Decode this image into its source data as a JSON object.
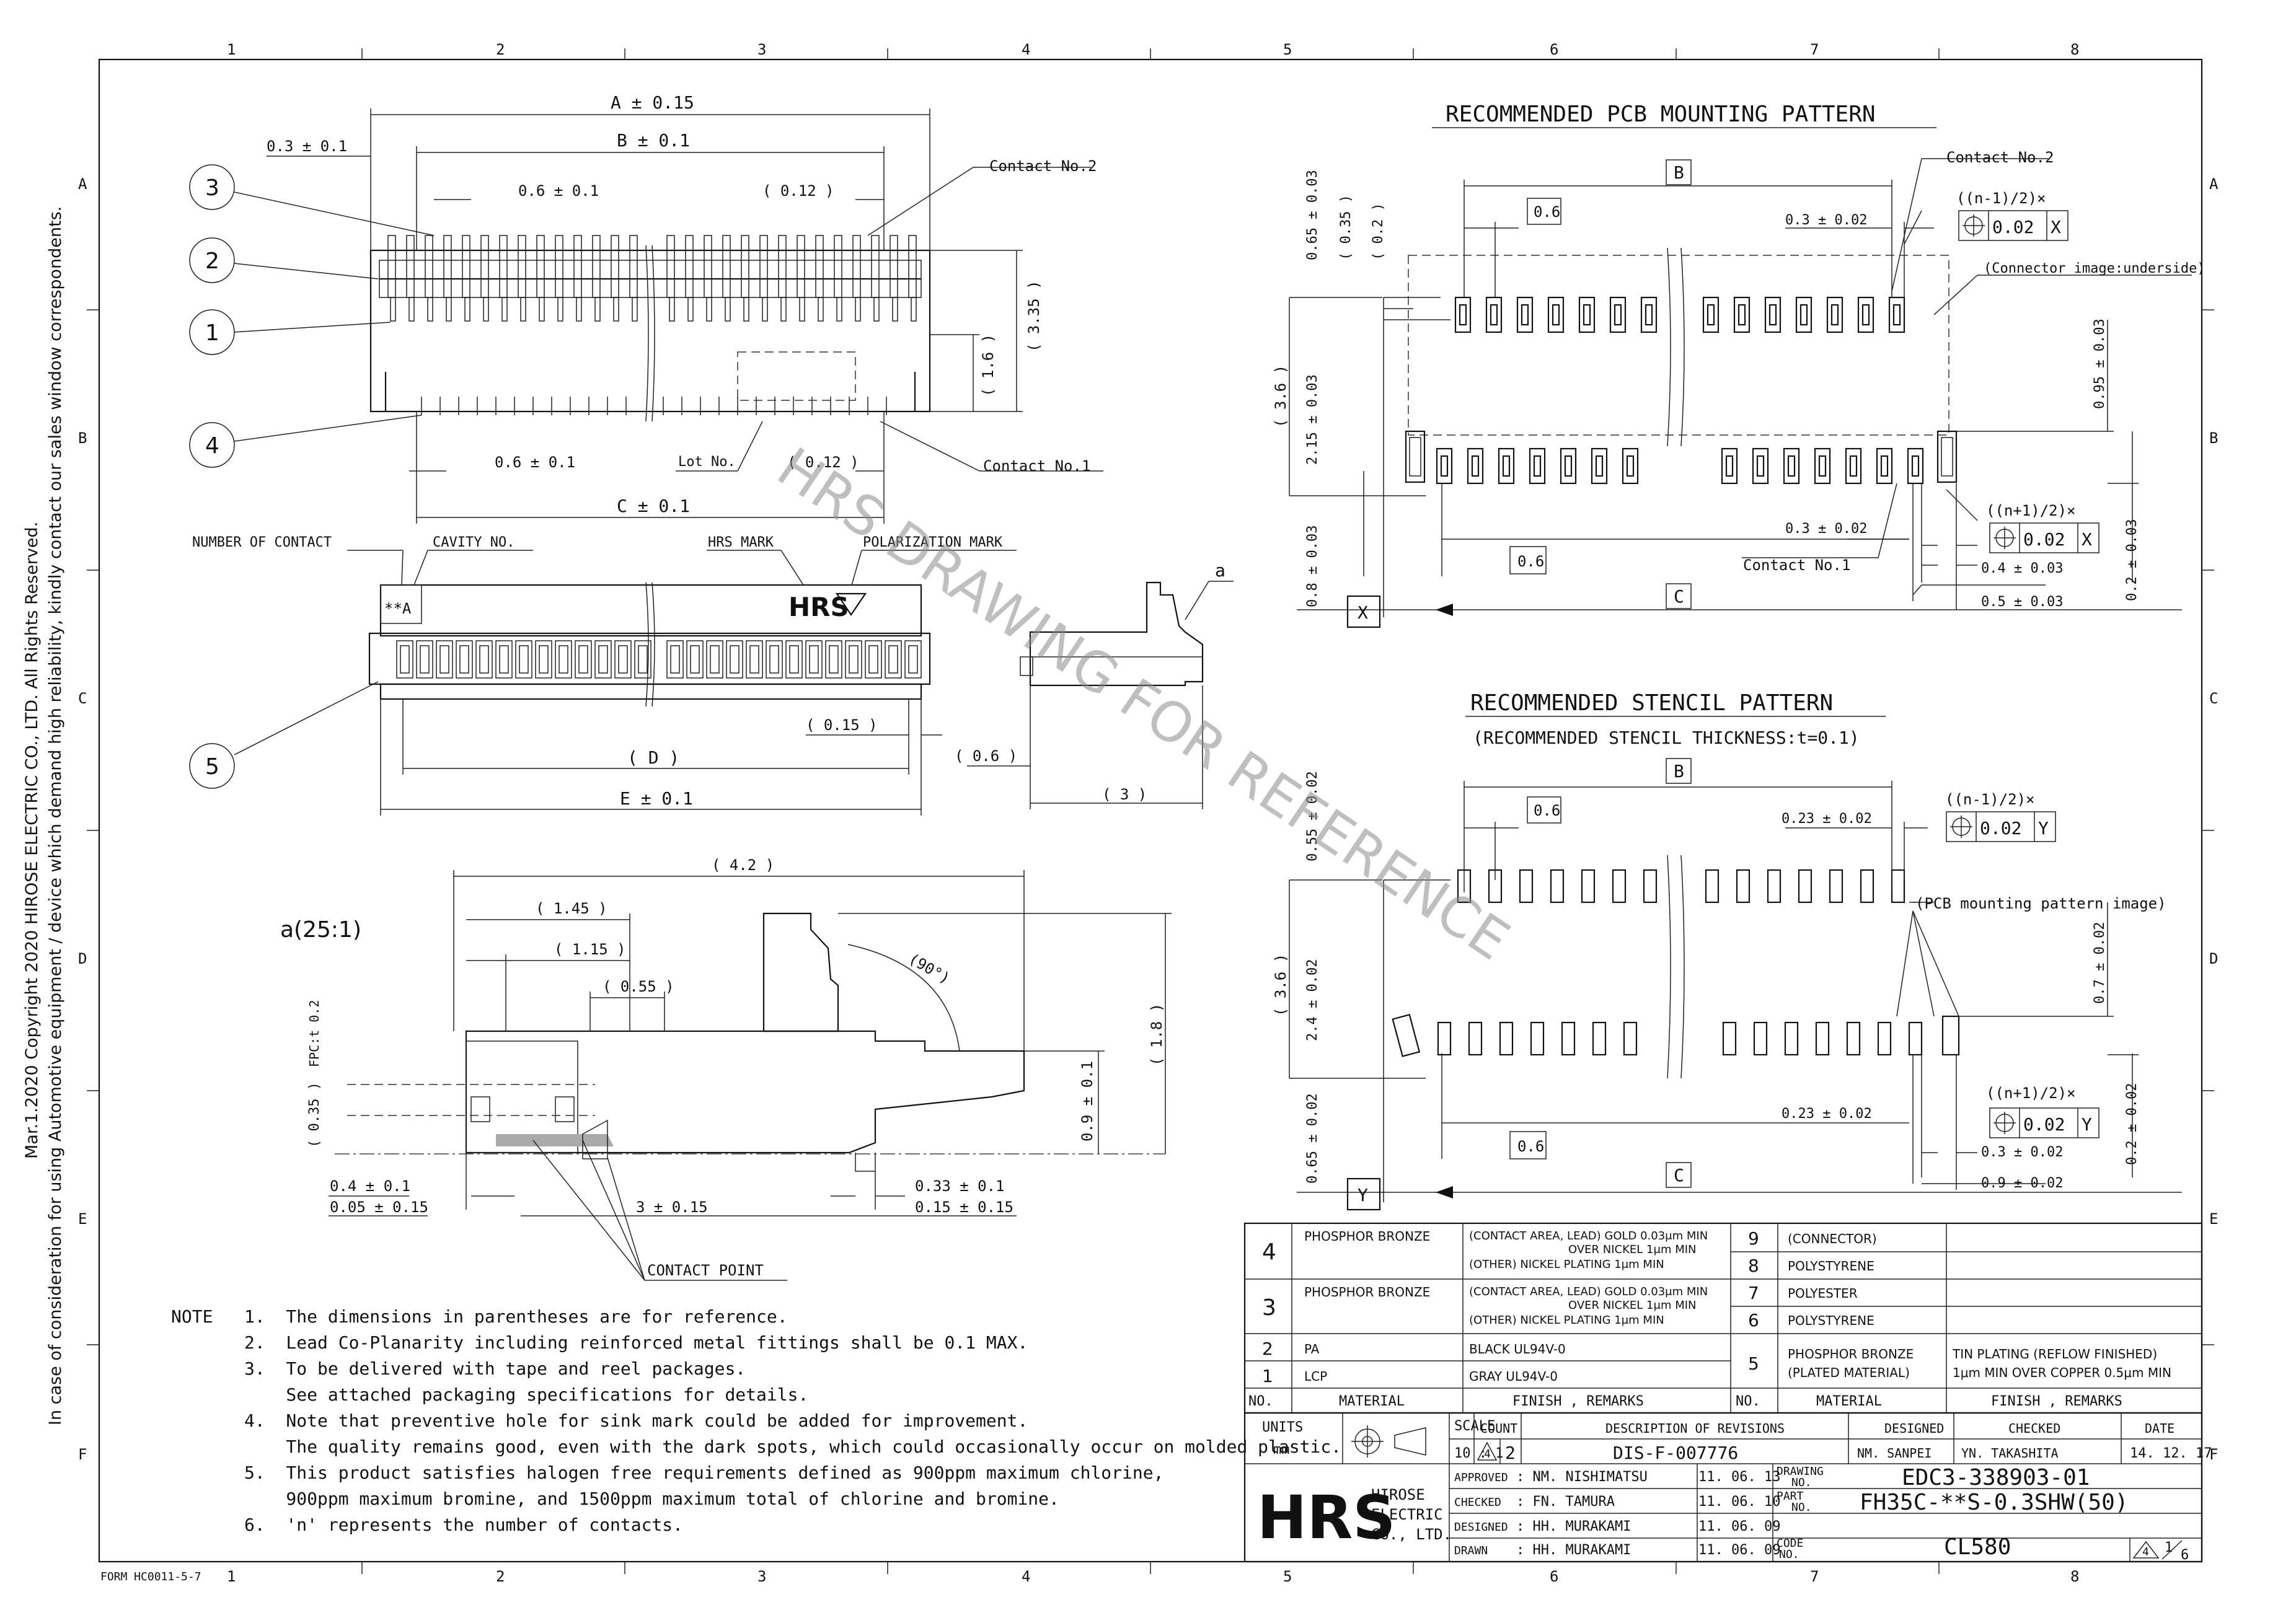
{
  "border": {
    "cols": [
      "1",
      "2",
      "3",
      "4",
      "5",
      "6",
      "7",
      "8"
    ],
    "rows": [
      "A",
      "B",
      "C",
      "D",
      "E",
      "F"
    ],
    "form_no": "FORM HC0011-5-7"
  },
  "side_note": {
    "line1": "Mar.1.2020 Copyright 2020 HIROSE ELECTRIC CO., LTD. All Rights Reserved.",
    "line2": "In case of consideration for using Automotive equipment / device which demand high reliability, kindly contact our sales window correspondents."
  },
  "watermark": "HRS DRAWING FOR REFERENCE",
  "top_view": {
    "dim_a": "A ± 0.15",
    "dim_b": "B ± 0.1",
    "dim_c": "C ± 0.1",
    "pitch_top": "0.6 ± 0.1",
    "pitch_bottom": "0.6 ± 0.1",
    "offset": "0.3 ± 0.1",
    "ref_012_top": "( 0.12 )",
    "ref_012_bottom": "( 0.12 )",
    "ref_335": "( 3.35 )",
    "ref_16": "( 1.6 )",
    "contact2": "Contact No.2",
    "contact1": "Contact No.1",
    "lot": "Lot No.",
    "balloons": [
      "3",
      "2",
      "1",
      "4"
    ]
  },
  "front_view": {
    "number_of_contact": "NUMBER OF CONTACT",
    "cavity_no": "CAVITY NO.",
    "hrs_mark": "HRS MARK",
    "polarization_mark": "POLARIZATION MARK",
    "mark_text": "**A",
    "dim_d": "( D )",
    "dim_e": "E ± 0.1",
    "ref_015": "( 0.15 )",
    "balloon5": "5"
  },
  "side_view": {
    "label_a": "a",
    "ref_06": "( 0.6 )",
    "ref_3": "( 3 )"
  },
  "detail": {
    "title": "a(25:1)",
    "ref_42": "( 4.2 )",
    "ref_145": "( 1.45 )",
    "ref_115": "( 1.15 )",
    "ref_055": "( 0.55 )",
    "angle": "(90°)",
    "ref_18": "( 1.8 )",
    "d09": "0.9 ± 0.1",
    "fpc": "FPC:t 0.2",
    "ref_035": "( 0.35 )",
    "d04": "0.4 ± 0.1",
    "d005": "0.05 ± 0.15",
    "d3": "3 ± 0.15",
    "d033": "0.33 ± 0.1",
    "d015": "0.15 ± 0.15",
    "contact_point": "CONTACT POINT"
  },
  "pcb": {
    "title": "RECOMMENDED PCB MOUNTING PATTERN",
    "box_b": "B",
    "box_06_top": "0.6",
    "d03_top": "0.3 ± 0.02",
    "contact2": "Contact No.2",
    "tol_n1": "((n-1)/2)×",
    "tol_val": "0.02",
    "datum_x": "X",
    "underside": "(Connector image:underside)",
    "d065": "0.65 ± 0.03",
    "ref_035": "( 0.35 )",
    "ref_02": "( 0.2 )",
    "ref_36": "( 3.6 )",
    "d215": "2.15 ± 0.03",
    "d095": "0.95 ± 0.03",
    "d08": "0.8 ± 0.03",
    "d03_bot": "0.3 ± 0.02",
    "contact1": "Contact No.1",
    "tol_np1": "((n+1)/2)×",
    "d04": "0.4 ± 0.03",
    "d05": "0.5 ± 0.03",
    "d02": "0.2 ± 0.03",
    "box_06_bot": "0.6",
    "box_c": "C"
  },
  "stencil": {
    "title": "RECOMMENDED STENCIL PATTERN",
    "subtitle": "(RECOMMENDED STENCIL THICKNESS:t=0.1)",
    "box_b": "B",
    "box_06_top": "0.6",
    "d023_top": "0.23 ± 0.02",
    "tol_n1": "((n-1)/2)×",
    "tol_val": "0.02",
    "datum_y": "Y",
    "pcb_image": "(PCB mounting pattern image)",
    "d055": "0.55 ± 0.02",
    "ref_36": "( 3.6 )",
    "d24": "2.4 ± 0.02",
    "d07": "0.7 ± 0.02",
    "d065": "0.65 ± 0.02",
    "d023_bot": "0.23 ± 0.02",
    "tol_np1": "((n+1)/2)×",
    "d03": "0.3 ± 0.02",
    "d09": "0.9 ± 0.02",
    "d02": "0.2 ± 0.02",
    "box_06_bot": "0.6",
    "box_c": "C"
  },
  "notes": {
    "label": "NOTE",
    "lines": [
      "1.  The dimensions in parentheses are for reference.",
      "2.  Lead Co-Planarity including reinforced metal fittings shall be 0.1 MAX.",
      "3.  To be delivered with tape and reel packages.",
      "    See attached packaging specifications for details.",
      "4.  Note that preventive hole for sink mark could be added for improvement.",
      "    The quality remains good, even with the dark spots, which could occasionally occur on molded plastic.",
      "5.  This product satisfies halogen free requirements defined as 900ppm maximum chlorine,",
      "    900ppm maximum bromine, and 1500ppm maximum total of chlorine and bromine.",
      "6.  'n' represents the number of contacts."
    ]
  },
  "bom": {
    "left": [
      {
        "no": "4",
        "material": "PHOSPHOR BRONZE",
        "f1": "(CONTACT AREA, LEAD) GOLD 0.03μm MIN",
        "f2": "OVER NICKEL 1μm MIN",
        "f3": "(OTHER) NICKEL PLATING 1μm MIN"
      },
      {
        "no": "3",
        "material": "PHOSPHOR BRONZE",
        "f1": "(CONTACT AREA, LEAD) GOLD 0.03μm MIN",
        "f2": "OVER NICKEL 1μm MIN",
        "f3": "(OTHER) NICKEL PLATING 1μm MIN"
      },
      {
        "no": "2",
        "material": "PA",
        "f1": "BLACK  UL94V-0"
      },
      {
        "no": "1",
        "material": "LCP",
        "f1": "GRAY  UL94V-0"
      }
    ],
    "right": [
      {
        "no": "9",
        "material": "(CONNECTOR)"
      },
      {
        "no": "8",
        "material": "POLYSTYRENE"
      },
      {
        "no": "7",
        "material": "POLYESTER"
      },
      {
        "no": "6",
        "material": "POLYSTYRENE"
      },
      {
        "no": "5",
        "material1": "PHOSPHOR BRONZE",
        "material2": "(PLATED MATERIAL)",
        "f1": "TIN PLATING (REFLOW FINISHED)",
        "f2": "1μm MIN OVER COPPER 0.5μm MIN"
      }
    ],
    "headers": {
      "no": "NO.",
      "material": "MATERIAL",
      "finish": "FINISH , REMARKS"
    }
  },
  "title_block": {
    "units_label": "UNITS",
    "units": "mm",
    "scale_label": "SCALE",
    "scale": "10 : 1",
    "count_label": "COUNT",
    "desc_label": "DESCRIPTION OF REVISIONS",
    "designed_label": "DESIGNED",
    "checked_label": "CHECKED",
    "date_label": "DATE",
    "rev_mark": "4",
    "count": "2",
    "description": "DIS-F-007776",
    "designed": "NM. SANPEI",
    "checked": "YN. TAKASHITA",
    "date": "14. 12. 17",
    "company1": "HIROSE",
    "company2": "ELECTRIC",
    "company3": "CO., LTD.",
    "logo": "HRS",
    "approvals": [
      {
        "role": "APPROVED",
        "name": ": NM. NISHIMATSU",
        "date": "11. 06. 13"
      },
      {
        "role": "CHECKED",
        "name": ": FN. TAMURA",
        "date": "11. 06. 10"
      },
      {
        "role": "DESIGNED",
        "name": ": HH. MURAKAMI",
        "date": "11. 06. 09"
      },
      {
        "role": "DRAWN",
        "name": ": HH. MURAKAMI",
        "date": "11. 06. 09"
      }
    ],
    "drawing_label1": "DRAWING",
    "drawing_label2": "NO.",
    "drawing_no": "EDC3-338903-01",
    "part_label1": "PART",
    "part_label2": "NO.",
    "part_no": "FH35C-**S-0.3SHW(50)",
    "code_label1": "CODE",
    "code_label2": "NO.",
    "code_no": "CL580",
    "sheet_rev": "4",
    "sheet_num": "1",
    "sheet_total": "6"
  }
}
